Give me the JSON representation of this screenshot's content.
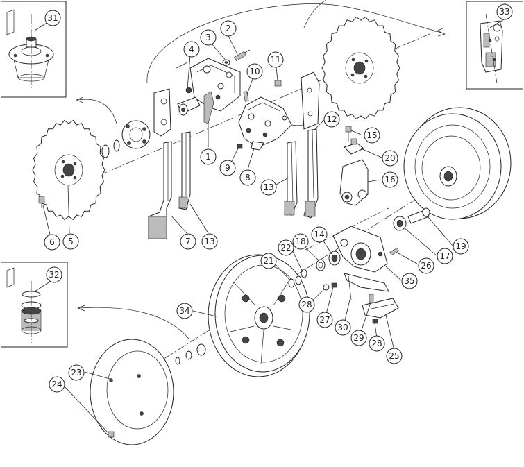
{
  "callouts": [
    {
      "id": "1",
      "label": "1"
    },
    {
      "id": "2",
      "label": "2"
    },
    {
      "id": "3",
      "label": "3"
    },
    {
      "id": "4",
      "label": "4"
    },
    {
      "id": "5",
      "label": "5"
    },
    {
      "id": "6",
      "label": "6"
    },
    {
      "id": "7",
      "label": "7"
    },
    {
      "id": "8",
      "label": "8"
    },
    {
      "id": "9",
      "label": "9"
    },
    {
      "id": "10",
      "label": "10"
    },
    {
      "id": "11",
      "label": "11"
    },
    {
      "id": "12",
      "label": "12"
    },
    {
      "id": "13a",
      "label": "13"
    },
    {
      "id": "13b",
      "label": "13"
    },
    {
      "id": "14",
      "label": "14"
    },
    {
      "id": "15",
      "label": "15"
    },
    {
      "id": "16",
      "label": "16"
    },
    {
      "id": "17",
      "label": "17"
    },
    {
      "id": "18",
      "label": "18"
    },
    {
      "id": "19",
      "label": "19"
    },
    {
      "id": "20",
      "label": "20"
    },
    {
      "id": "21",
      "label": "21"
    },
    {
      "id": "22",
      "label": "22"
    },
    {
      "id": "23",
      "label": "23"
    },
    {
      "id": "24",
      "label": "24"
    },
    {
      "id": "25",
      "label": "25"
    },
    {
      "id": "26",
      "label": "26"
    },
    {
      "id": "27",
      "label": "27"
    },
    {
      "id": "28a",
      "label": "28"
    },
    {
      "id": "28b",
      "label": "28"
    },
    {
      "id": "29",
      "label": "29"
    },
    {
      "id": "30",
      "label": "30"
    },
    {
      "id": "31",
      "label": "31"
    },
    {
      "id": "32",
      "label": "32"
    },
    {
      "id": "33",
      "label": "33"
    },
    {
      "id": "34",
      "label": "34"
    },
    {
      "id": "35",
      "label": "35"
    }
  ]
}
